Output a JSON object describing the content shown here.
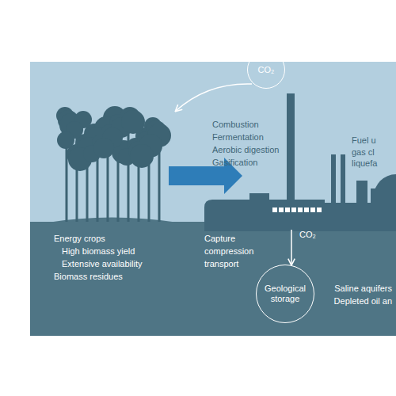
{
  "diagram": {
    "nodes": [
      {
        "text": [
          "CO₂"
        ]
      },
      {
        "text": [
          "Geological storage"
        ]
      }
    ],
    "labels": [
      "Combustion",
      "Fermentation",
      "Aerobic digestion",
      "Gasification",
      "Fuel u",
      "gas cl",
      "liquefa",
      "Energy crops",
      "High biomass yield",
      "Extensive availability",
      "Biomass residues",
      "Capture",
      "compression",
      "transport",
      "CO₂",
      "Saline aquifers",
      "Depleted oil an"
    ]
  }
}
